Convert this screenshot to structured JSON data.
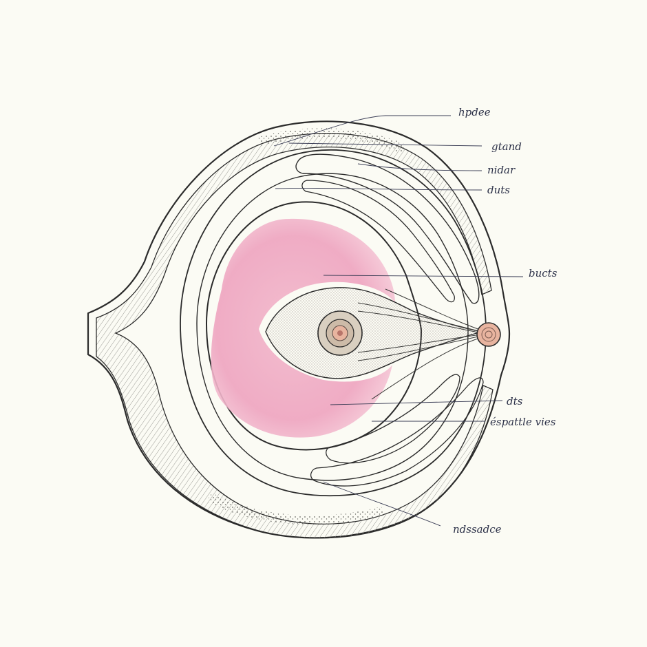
{
  "labels": {
    "top": "hpdee",
    "upper1": "gtand",
    "upper2": "nidar",
    "upper3": "duts",
    "mid": "bucts",
    "lower1": "dts",
    "lower2": "éspattle vies",
    "bottom": "ndssadce"
  },
  "colors": {
    "paper": "#fbfbf4",
    "ink": "#2b2b2b",
    "tissue_wash": "#ecc8d6",
    "lobule_pink": "#f0a8c2",
    "muscle_hatch": "#8f8f8a",
    "nipple": "#e8b49f",
    "label_ink": "#2c3148"
  }
}
